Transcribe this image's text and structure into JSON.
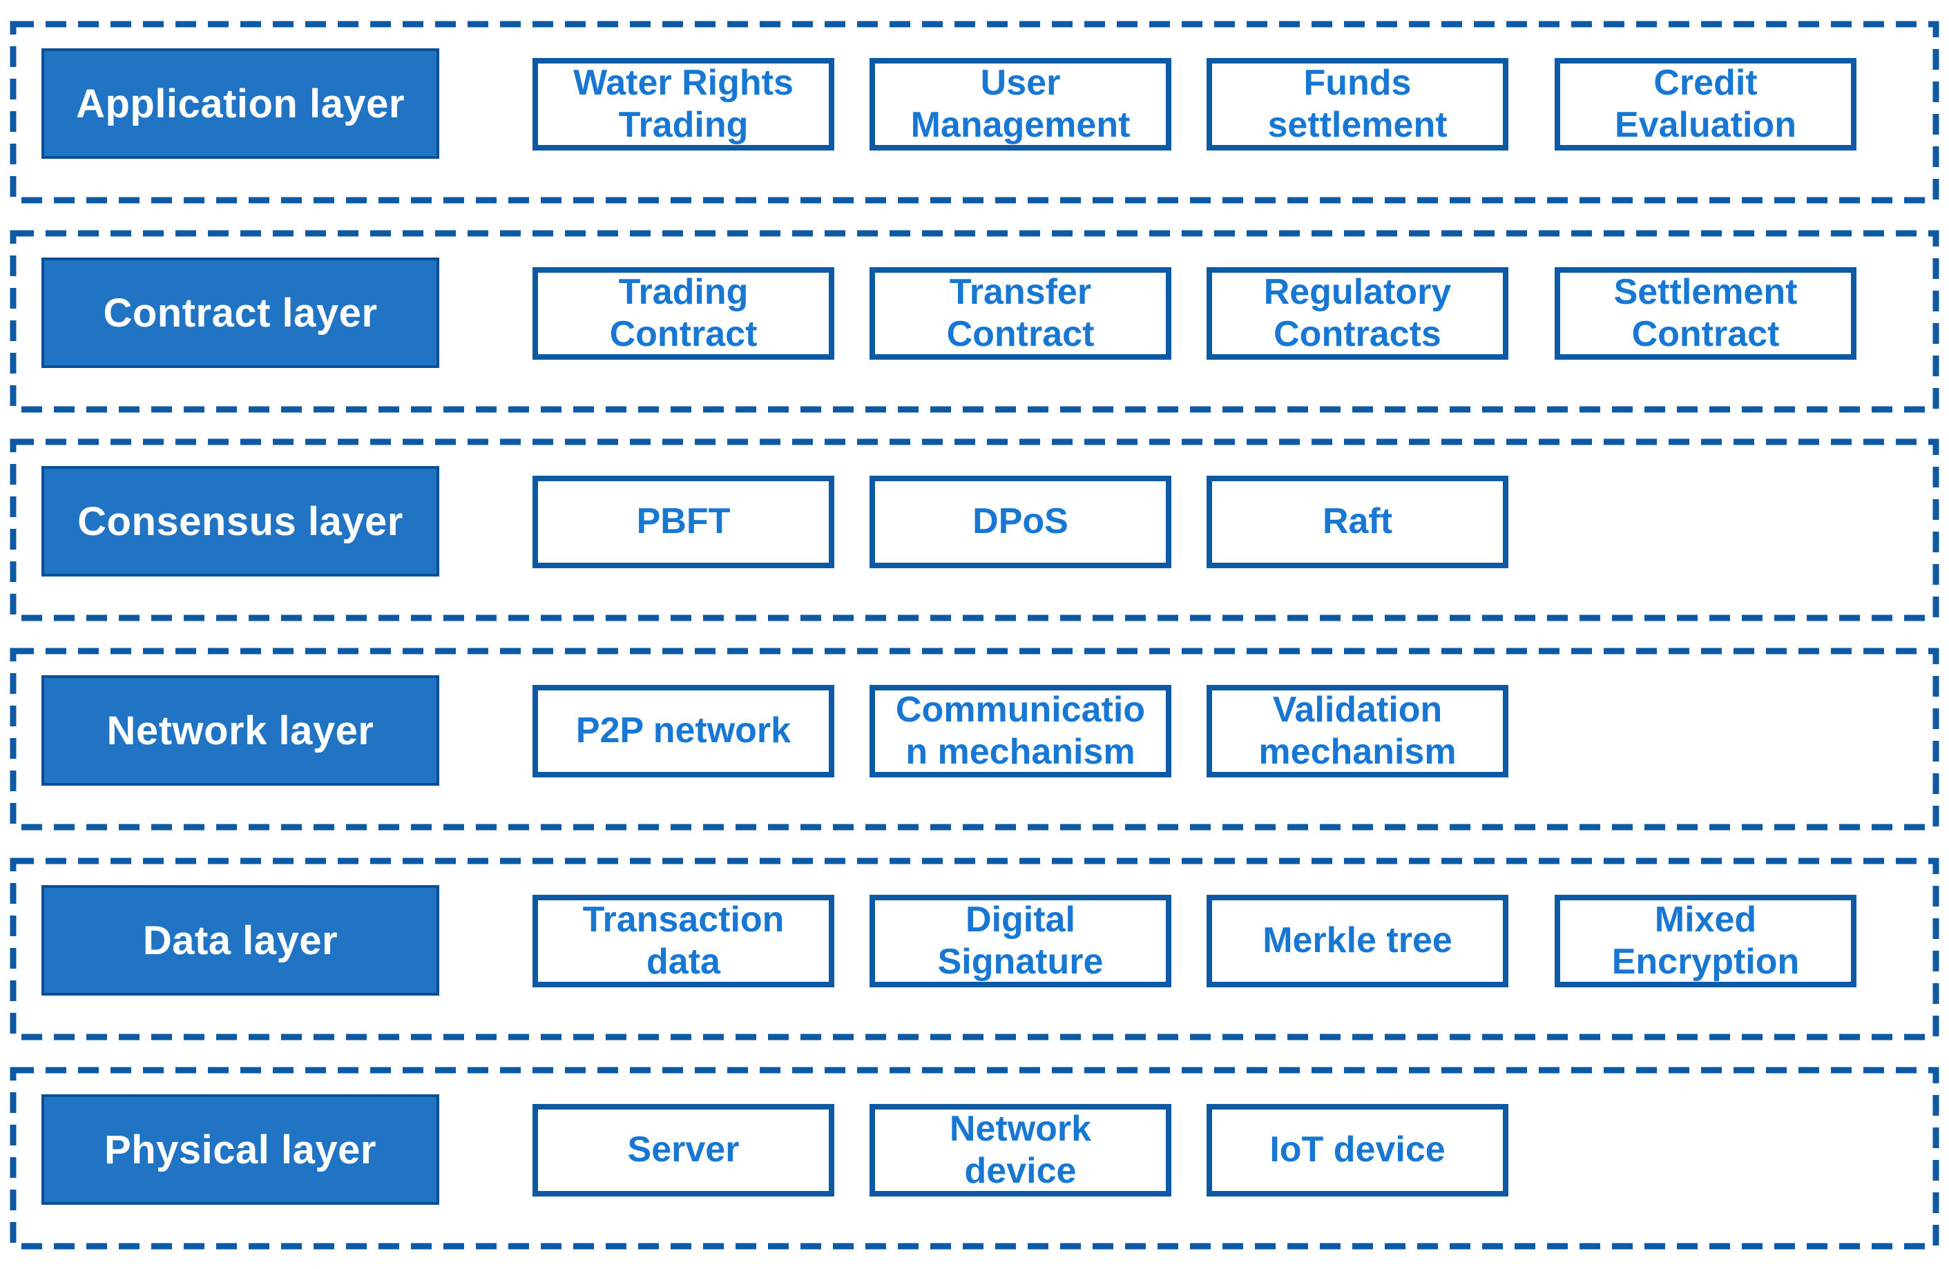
{
  "diagram": {
    "colors": {
      "deep_blue": "#0d59a4",
      "fill_blue": "#2173c4",
      "item_text_blue": "#1877d2",
      "label_text": "#ffffff",
      "background": "#ffffff"
    },
    "layers": [
      {
        "label": "Application layer",
        "items": [
          "Water Rights\nTrading",
          "User\nManagement",
          "Funds\nsettlement",
          "Credit\nEvaluation"
        ]
      },
      {
        "label": "Contract layer",
        "items": [
          "Trading\nContract",
          "Transfer\nContract",
          "Regulatory\nContracts",
          "Settlement\nContract"
        ]
      },
      {
        "label": "Consensus layer",
        "items": [
          "PBFT",
          "DPoS",
          "Raft"
        ]
      },
      {
        "label": "Network layer",
        "items": [
          "P2P network",
          "Communicatio\nn mechanism",
          "Validation\nmechanism"
        ]
      },
      {
        "label": "Data layer",
        "items": [
          "Transaction\ndata",
          "Digital\nSignature",
          "Merkle tree",
          "Mixed\nEncryption"
        ]
      },
      {
        "label": "Physical layer",
        "items": [
          "Server",
          "Network\ndevice",
          "IoT device"
        ]
      }
    ]
  }
}
